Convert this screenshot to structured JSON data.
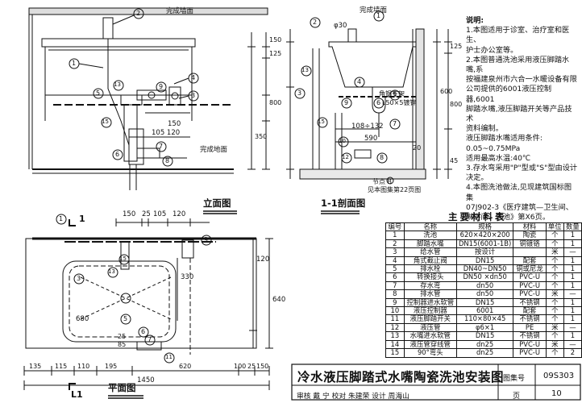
{
  "drawing": {
    "title": "冷水液压脚踏式水嘴陶瓷洗池安装图",
    "atlas_label": "图集号",
    "atlas_no": "09S303",
    "page_label": "页",
    "page_no": "10",
    "review_line": "审核 戴 宁 校对 朱建荣 设计 周海山",
    "views": {
      "elevation": "立面图",
      "section": "1-1剖面图",
      "plan": "平面图"
    },
    "section_markers": {
      "top": "1",
      "bottom": "L1"
    },
    "elevation_labels": {
      "finish_wall_top": "完成墙面",
      "finish_floor": "完成地面",
      "dim_150": "150",
      "dim_105_120": "105 120",
      "dims_right": [
        "150",
        "125",
        "800",
        "350"
      ]
    },
    "section_labels": {
      "finish_wall": "完成墙面",
      "phi30": "φ30",
      "angle_steel": "角钢支架",
      "angle_spec": "L50×5镀锌",
      "dim_108_132": "108÷132",
      "dim_590": "590",
      "dim_20": "20",
      "node_label": "节点 B",
      "node_ref": "见本图集第22页图",
      "dims_right": [
        "125",
        "600",
        "800",
        "45"
      ]
    },
    "plan_labels": {
      "top_dims": [
        "150",
        "25",
        "105",
        "120"
      ],
      "dim_680": "680",
      "dim_330": "330",
      "dim_640": "640",
      "dim_120": "120",
      "dim_25": "25",
      "dim_85": "85",
      "bottom_dims": [
        "135",
        "115",
        "110",
        "195",
        "620",
        "100",
        "25",
        "150"
      ],
      "total_width": "1450"
    },
    "callouts": {
      "elevation": [
        "1",
        "2",
        "3",
        "4",
        "5",
        "6",
        "7",
        "8",
        "9",
        "13",
        "15"
      ],
      "section": [
        "1",
        "2",
        "3",
        "4",
        "5",
        "6",
        "7",
        "8",
        "9",
        "10",
        "12",
        "13",
        "15"
      ],
      "plan": [
        "1",
        "3",
        "5",
        "6",
        "7",
        "9",
        "11",
        "13",
        "15"
      ]
    }
  },
  "notes": {
    "heading": "说明:",
    "items": [
      "1.本图适用于诊室、治疗室和医生、",
      "  护士办公室等。",
      "2.本图普通洗池采用液压脚踏水嘴,系",
      "  按福建泉州市六合一水暖设备有限",
      "  公司提供的6001液压控制器,6001",
      "  脚踏水嘴,液压脚踏开关等产品技术",
      "  资料编制。",
      "  液压脚踏水嘴适用条件:",
      "  0.05~0.75MPa",
      "  适用最高水温:40℃",
      "3.存水弯采用\"P\"型或\"S\"型由设计",
      "  决定。",
      "4.本图洗池做法,见现建筑国标图集",
      "  07J902-3《医疗建筑—卫生间、",
      "  淋浴间、洗池》第X6页。"
    ]
  },
  "materials": {
    "title": "主要材料表",
    "headers": [
      "编号",
      "名称",
      "规格",
      "材料",
      "单位",
      "数量"
    ],
    "rows": [
      [
        "1",
        "洗池",
        "620×420×200",
        "陶瓷",
        "个",
        "1"
      ],
      [
        "2",
        "脚踏水嘴",
        "DN15(6001-1B)",
        "铜镀铬",
        "个",
        "1"
      ],
      [
        "3",
        "给水管",
        "按设计",
        "",
        "米",
        "—"
      ],
      [
        "4",
        "角式截止阀",
        "DN15",
        "配套",
        "个",
        "1"
      ],
      [
        "5",
        "排水栓",
        "DN40~DN50",
        "铜或尼龙",
        "个",
        "1"
      ],
      [
        "6",
        "转换接头",
        "DN50 ×dn50",
        "PVC-U",
        "个",
        "1"
      ],
      [
        "7",
        "存水弯",
        "dn50",
        "PVC-U",
        "个",
        "1"
      ],
      [
        "8",
        "排水管",
        "dn50",
        "PVC-U",
        "米",
        "—"
      ],
      [
        "9",
        "控制器进水软管",
        "DN15",
        "不锈钢",
        "个",
        "1"
      ],
      [
        "10",
        "液压控制器",
        "6001",
        "配套",
        "个",
        "1"
      ],
      [
        "11",
        "液压脚踏开关",
        "110×80×45",
        "不锈钢",
        "个",
        "1"
      ],
      [
        "12",
        "液压管",
        "φ6×1",
        "PE",
        "米",
        "—"
      ],
      [
        "13",
        "水嘴进水软管",
        "DN15",
        "不锈钢",
        "个",
        "1"
      ],
      [
        "14",
        "液压管穿线管",
        "dn25",
        "PVC-U",
        "米",
        "—"
      ],
      [
        "15",
        "90°弯头",
        "dn25",
        "PVC-U",
        "个",
        "2"
      ]
    ]
  }
}
